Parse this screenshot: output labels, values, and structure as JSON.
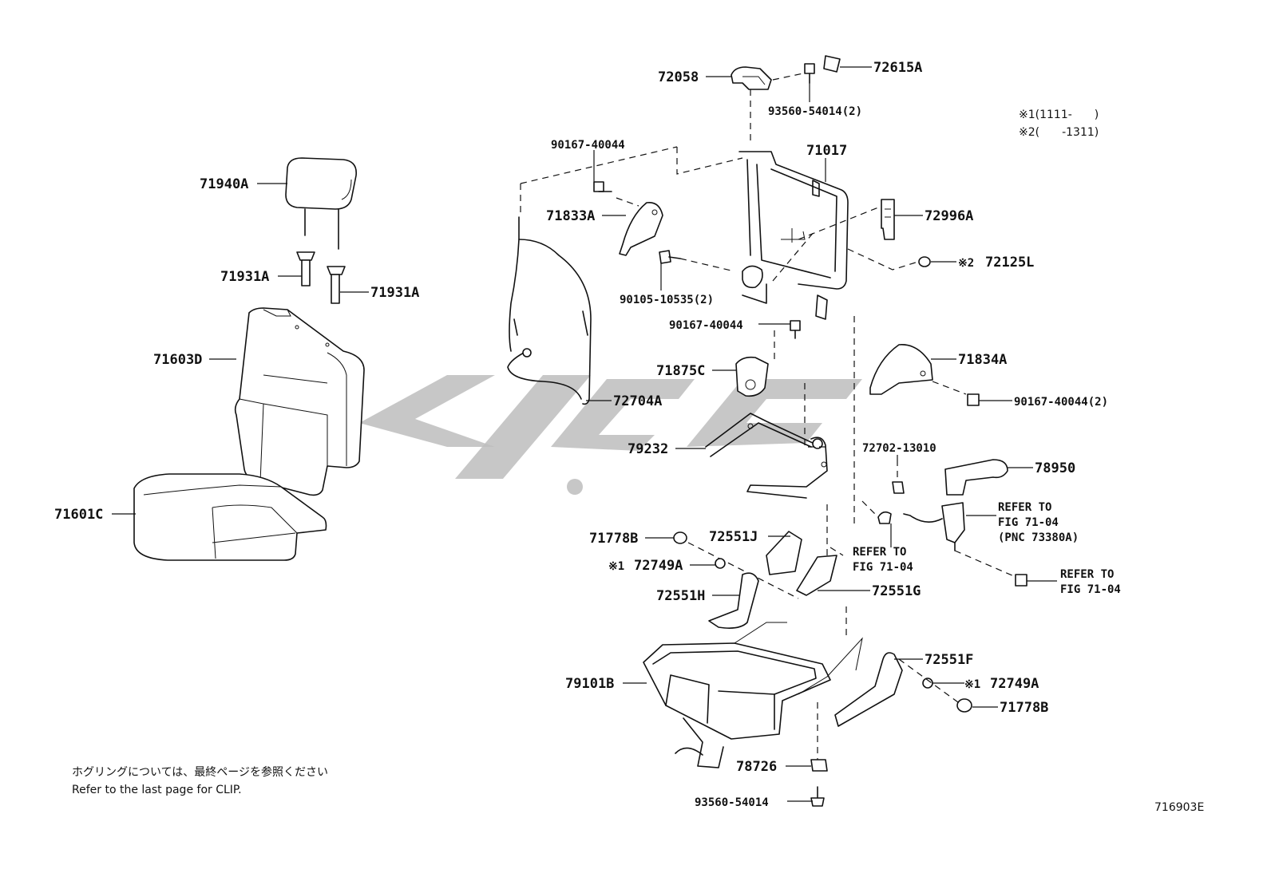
{
  "labels": {
    "p72058": "72058",
    "p72615A": "72615A",
    "p93560_54014_2": "93560-54014(2)",
    "p90167_40044_top": "90167-40044",
    "p71017": "71017",
    "p71940A": "71940A",
    "p71833A": "71833A",
    "p72996A": "72996A",
    "p72125L": "72125L",
    "p71931A_left": "71931A",
    "p71931A_right": "71931A",
    "p90105_10535_2": "90105-10535(2)",
    "p90167_40044_mid": "90167-40044",
    "p71603D": "71603D",
    "p71834A": "71834A",
    "p71875C": "71875C",
    "p90167_40044_2": "90167-40044(2)",
    "p72704A": "72704A",
    "p79232": "79232",
    "p72702_13010": "72702-13010",
    "p78950": "78950",
    "p71601C": "71601C",
    "p71778B_left": "71778B",
    "p72551J": "72551J",
    "p72749A_left": "72749A",
    "p72551H": "72551H",
    "p72551G": "72551G",
    "p72551F": "72551F",
    "p79101B": "79101B",
    "p72749A_right": "72749A",
    "p71778B_right": "71778B",
    "p78726": "78726",
    "p93560_54014": "93560-54014"
  },
  "markers": {
    "mark1": "※1",
    "mark2": "※2"
  },
  "legend": {
    "line1": "※1(1111-　　)",
    "line2": "※2(　　-1311)"
  },
  "refer": {
    "a_line1": "REFER TO",
    "a_line2": "FIG 71-04",
    "a_line3": "(PNC 73380A)",
    "b_line1": "REFER TO",
    "b_line2": "FIG 71-04",
    "c_line1": "REFER TO",
    "c_line2": "FIG 71-04"
  },
  "notes": {
    "jp": "ホグリングについては、最終ページを参照ください",
    "en": "Refer to the last page for CLIP.",
    "figure_id": "716903E"
  },
  "colors": {
    "ink": "#111111",
    "watermark": "#bdbdbd",
    "background": "#ffffff"
  }
}
